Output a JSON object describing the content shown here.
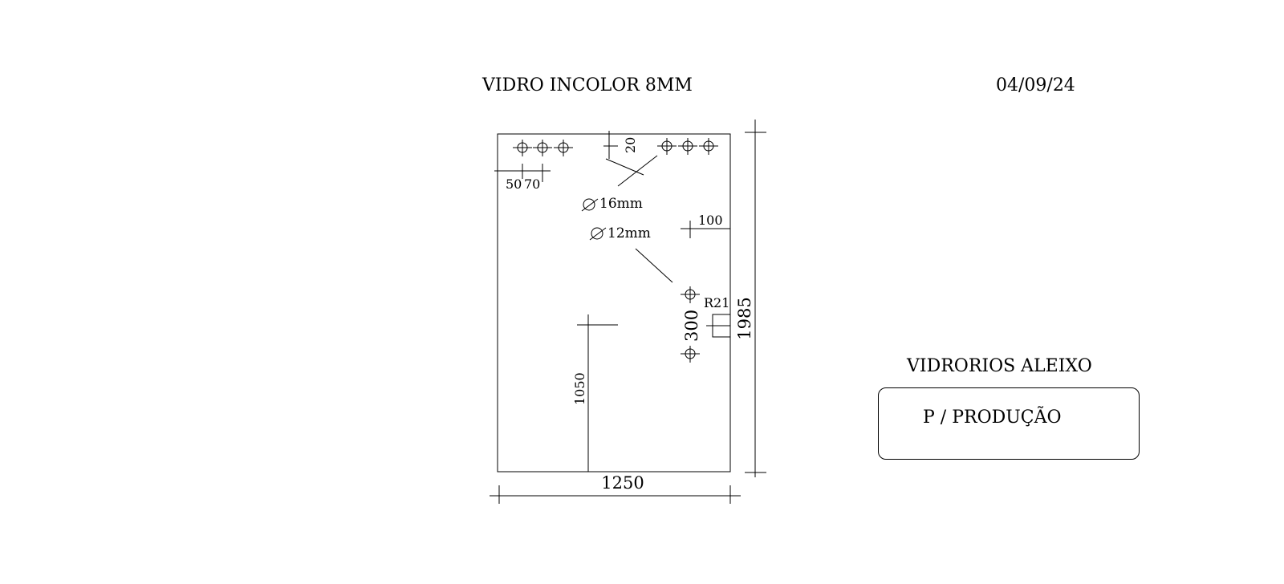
{
  "header": {
    "title": "VIDRO INCOLOR   8MM",
    "date": "04/09/24"
  },
  "company": "VIDRORIOS ALEIXO",
  "status_box": {
    "label": "P / PRODUÇÃO"
  },
  "dimensions": {
    "width": "1250",
    "height": "1985",
    "hole_large": "16mm",
    "hole_small": "12mm",
    "offset_50": "50",
    "offset_70": "70",
    "offset_20": "20",
    "offset_100": "100",
    "radius": "R21",
    "spacing_300": "300",
    "height_1050": "1050"
  },
  "symbols": {
    "diameter": "⌀"
  }
}
